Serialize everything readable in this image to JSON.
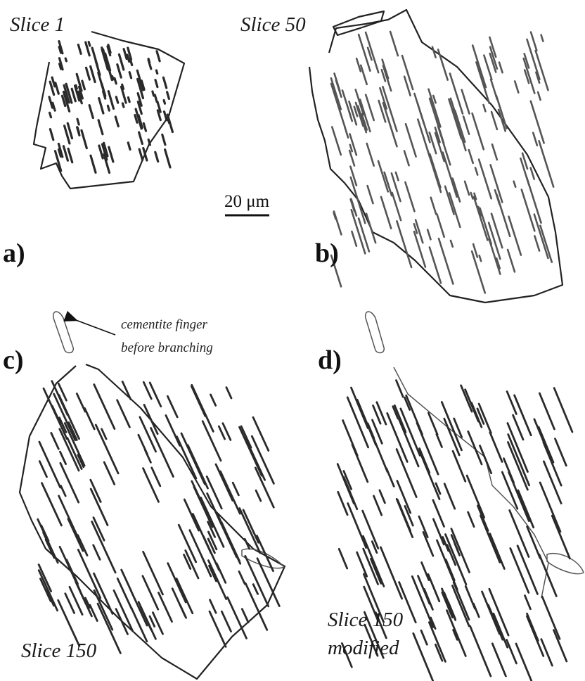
{
  "panels": {
    "a": {
      "letter": "a)",
      "label": "Slice 1"
    },
    "b": {
      "letter": "b)",
      "label": "Slice 50"
    },
    "c": {
      "letter": "c)",
      "label": "Slice 150"
    },
    "d": {
      "letter": "d)",
      "label_line1": "Slice 150",
      "label_line2": "modified"
    }
  },
  "scale_bar": {
    "label": "20 μm"
  },
  "annotation": {
    "line1": "cementite finger",
    "line2": "before branching"
  }
}
